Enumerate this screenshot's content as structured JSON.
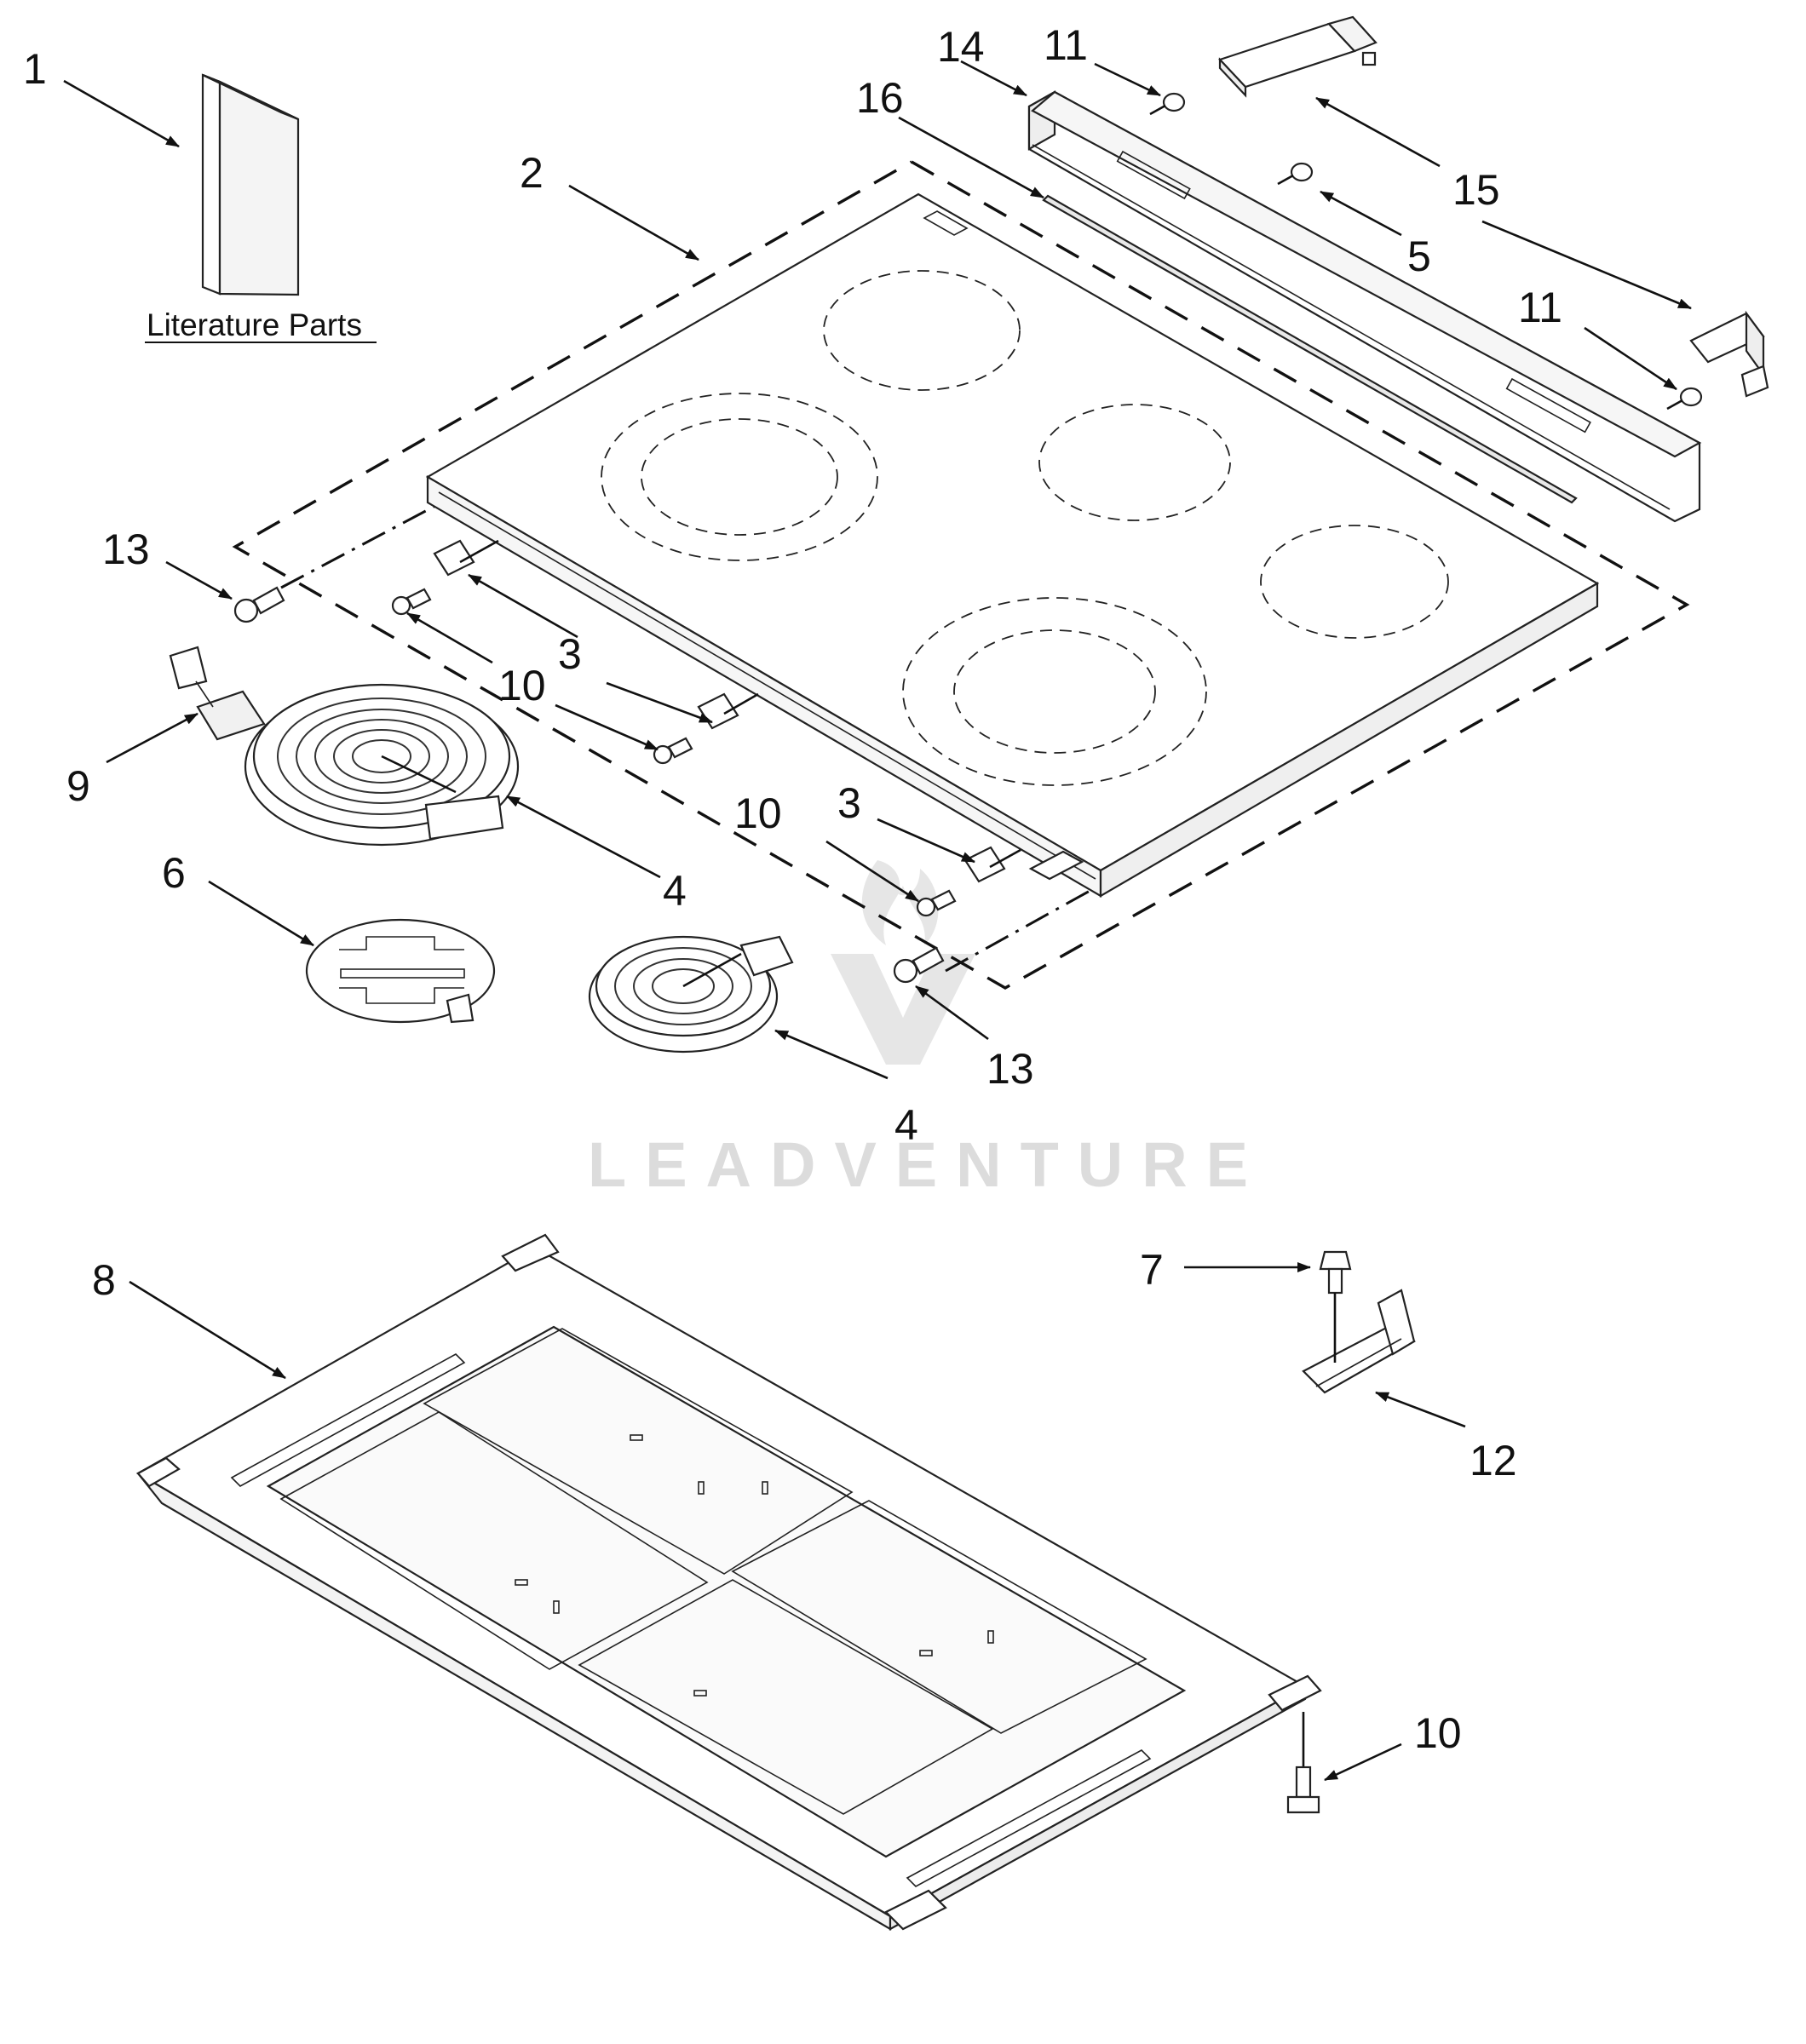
{
  "diagram": {
    "literature_label": "Literature Parts",
    "watermark_text": "LEADVENTURE",
    "callouts": [
      {
        "id": "c1",
        "text": "1"
      },
      {
        "id": "c2",
        "text": "2"
      },
      {
        "id": "c3a",
        "text": "3"
      },
      {
        "id": "c3b",
        "text": "3"
      },
      {
        "id": "c4a",
        "text": "4"
      },
      {
        "id": "c4b",
        "text": "4"
      },
      {
        "id": "c5",
        "text": "5"
      },
      {
        "id": "c6",
        "text": "6"
      },
      {
        "id": "c7",
        "text": "7"
      },
      {
        "id": "c8",
        "text": "8"
      },
      {
        "id": "c9",
        "text": "9"
      },
      {
        "id": "c10a",
        "text": "10"
      },
      {
        "id": "c10b",
        "text": "10"
      },
      {
        "id": "c10c",
        "text": "10"
      },
      {
        "id": "c11a",
        "text": "11"
      },
      {
        "id": "c11b",
        "text": "11"
      },
      {
        "id": "c12",
        "text": "12"
      },
      {
        "id": "c13a",
        "text": "13"
      },
      {
        "id": "c13b",
        "text": "13"
      },
      {
        "id": "c14",
        "text": "14"
      },
      {
        "id": "c15",
        "text": "15"
      },
      {
        "id": "c16",
        "text": "16"
      }
    ]
  }
}
